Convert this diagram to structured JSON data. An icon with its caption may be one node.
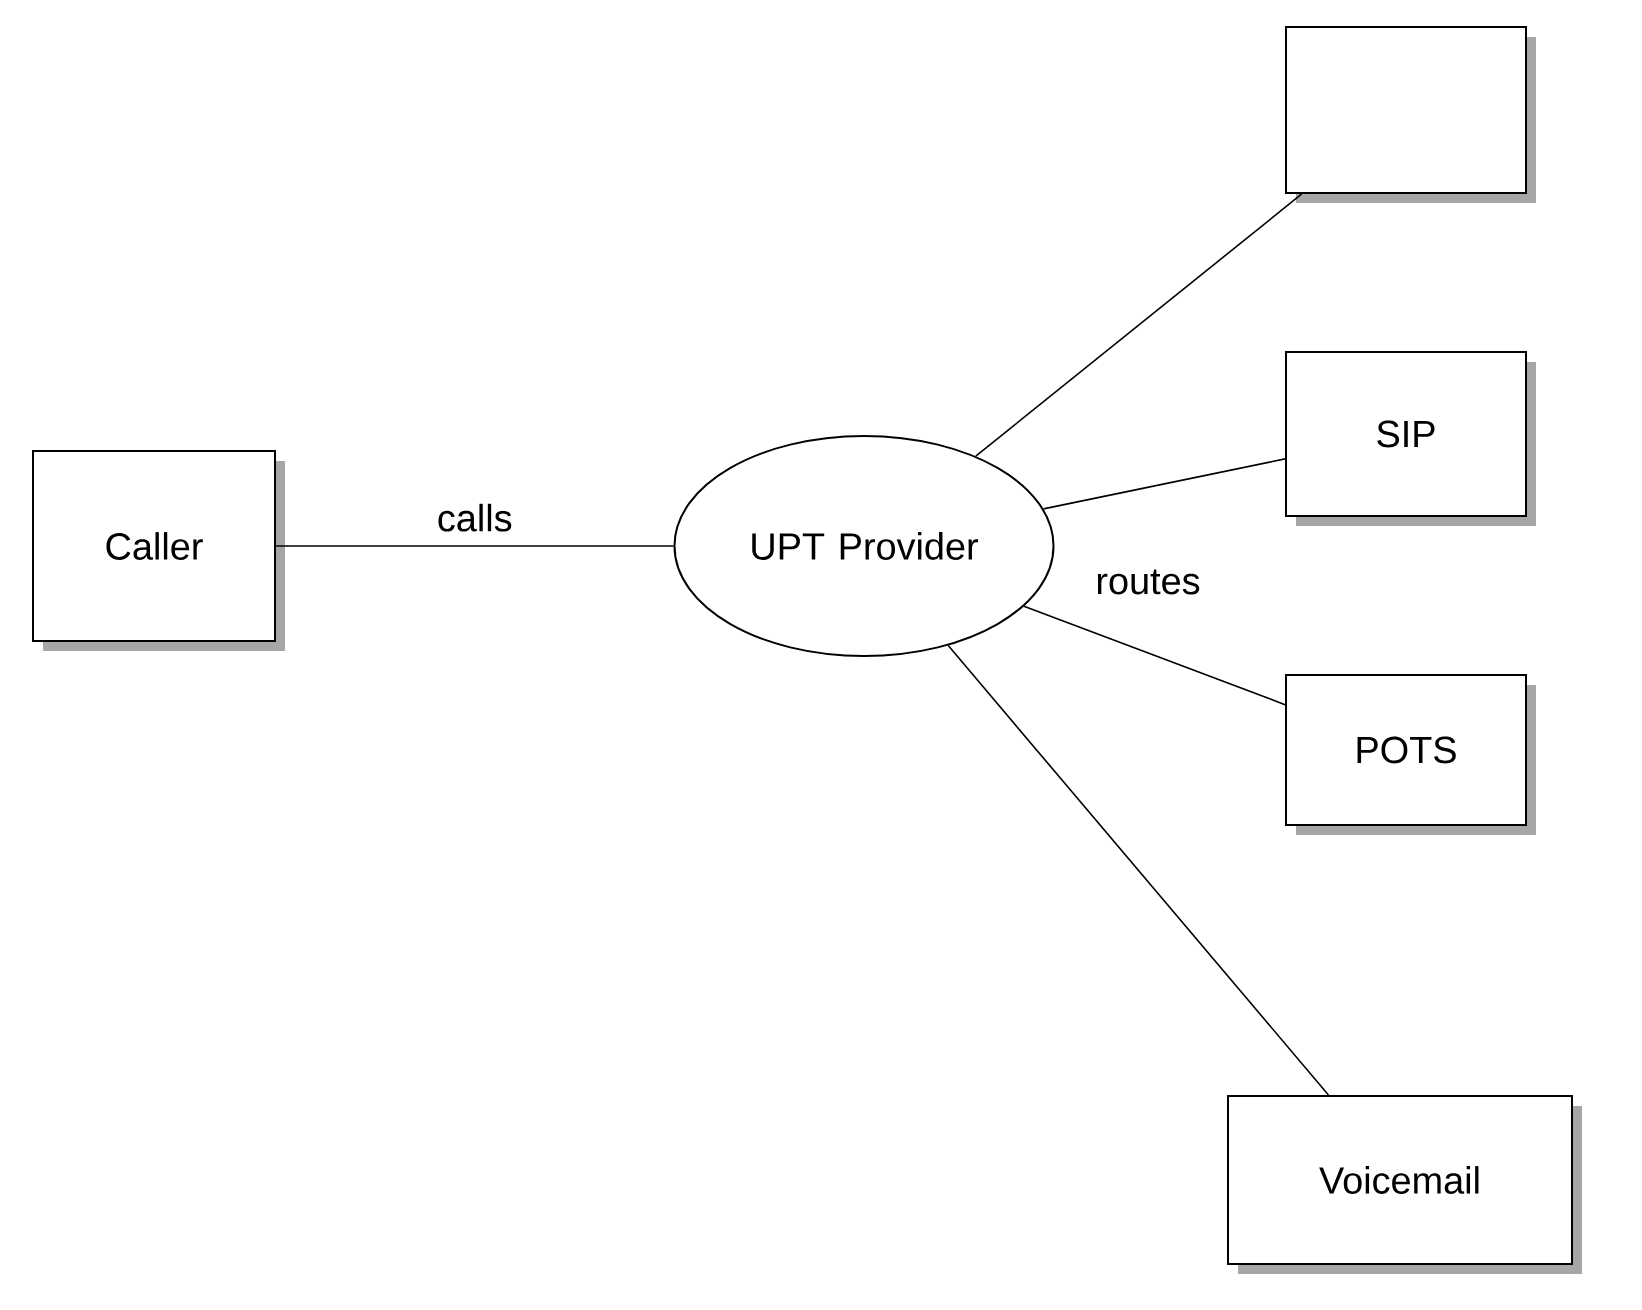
{
  "diagram": {
    "nodes": [
      {
        "text": [
          "Caller"
        ]
      },
      {
        "text": [
          "UPT Provider"
        ]
      },
      {
        "text": [],
        "shape": "box"
      },
      {
        "text": [
          "SIP"
        ]
      },
      {
        "text": [
          "POTS"
        ]
      },
      {
        "text": [
          "Voicemail"
        ]
      }
    ],
    "edges": [
      {
        "from": 0,
        "to": 1,
        "arrow": "none",
        "label": "calls"
      },
      {
        "from": 1,
        "to": 2,
        "arrow": "none"
      },
      {
        "from": 1,
        "to": 3,
        "arrow": "none"
      },
      {
        "from": 1,
        "to": 4,
        "arrow": "none"
      },
      {
        "from": 1,
        "to": 5,
        "arrow": "none"
      }
    ],
    "labels": [
      "routes"
    ]
  }
}
